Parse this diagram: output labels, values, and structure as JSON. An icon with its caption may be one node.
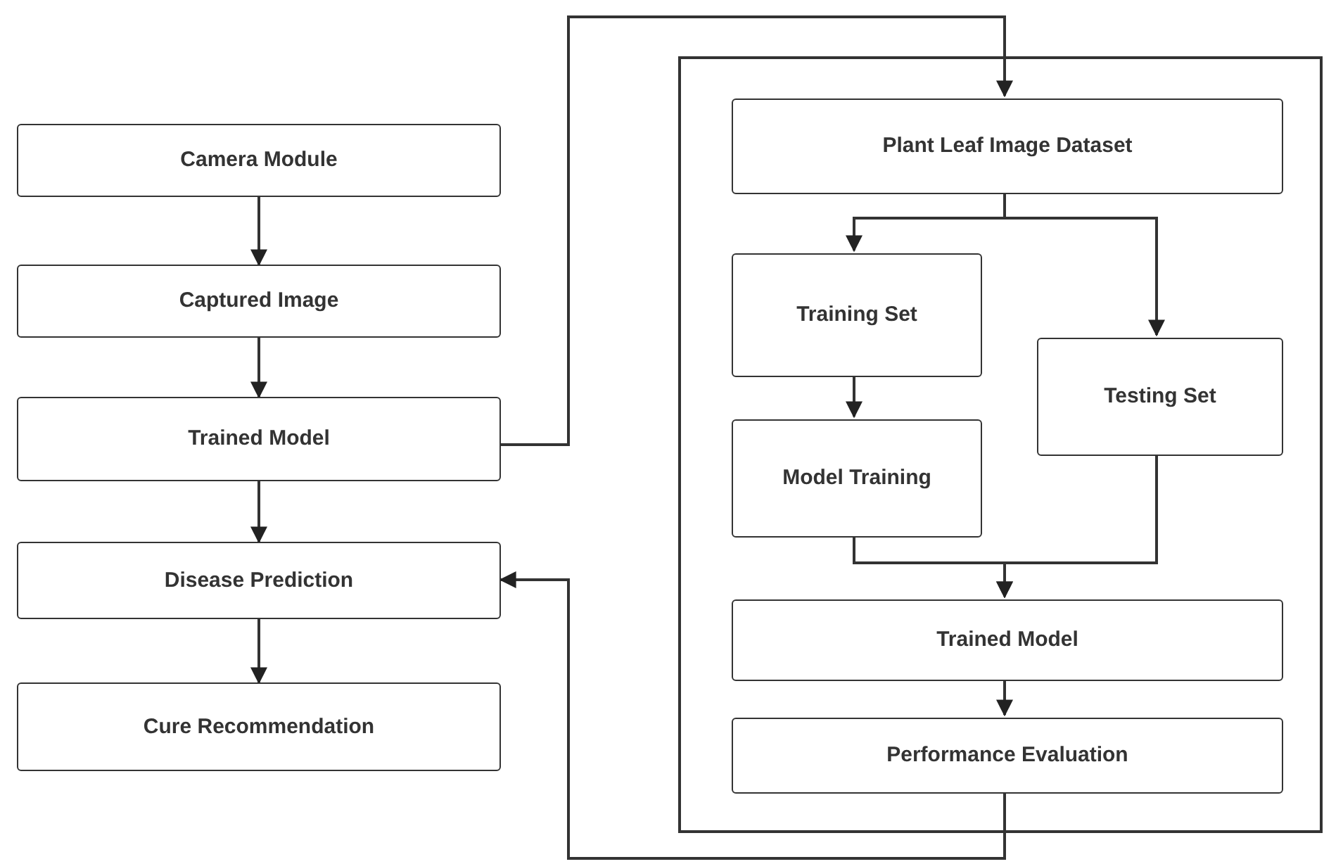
{
  "diagram": {
    "nodes": [
      {
        "text": [
          "Camera Module"
        ]
      },
      {
        "text": [
          "Captured Image"
        ]
      },
      {
        "text": [
          "Trained Model"
        ]
      },
      {
        "text": [
          "Disease Prediction"
        ]
      },
      {
        "text": [
          "Cure Recommendation"
        ]
      },
      {
        "text": [],
        "shape": "box"
      },
      {
        "text": [
          "Plant Leaf Image Dataset"
        ],
        "in": 5
      },
      {
        "text": [
          "Training Set"
        ],
        "in": 5
      },
      {
        "text": [
          "Testing Set"
        ],
        "in": 5
      },
      {
        "text": [
          "Model Training"
        ],
        "in": 5
      },
      {
        "text": [
          "Trained Model"
        ],
        "in": 5
      },
      {
        "text": [
          "Performance Evaluation"
        ],
        "in": 5
      }
    ],
    "edges": [
      {
        "from": 0,
        "to": 1,
        "arrow": "to"
      },
      {
        "from": 1,
        "to": 2,
        "arrow": "to"
      },
      {
        "from": 2,
        "to": 3,
        "arrow": "to"
      },
      {
        "from": 3,
        "to": 4,
        "arrow": "to"
      },
      {
        "from": 2,
        "to": 6,
        "arrow": "to"
      },
      {
        "from": 6,
        "to": 7,
        "arrow": "to"
      },
      {
        "from": 6,
        "to": 8,
        "arrow": "to"
      },
      {
        "from": 7,
        "to": 9,
        "arrow": "to"
      },
      {
        "from": 9,
        "to": 10,
        "arrow": "to"
      },
      {
        "from": 8,
        "to": 10,
        "arrow": "to"
      },
      {
        "from": 10,
        "to": 11,
        "arrow": "to"
      },
      {
        "from": 11,
        "to": 3,
        "arrow": "to"
      }
    ]
  }
}
